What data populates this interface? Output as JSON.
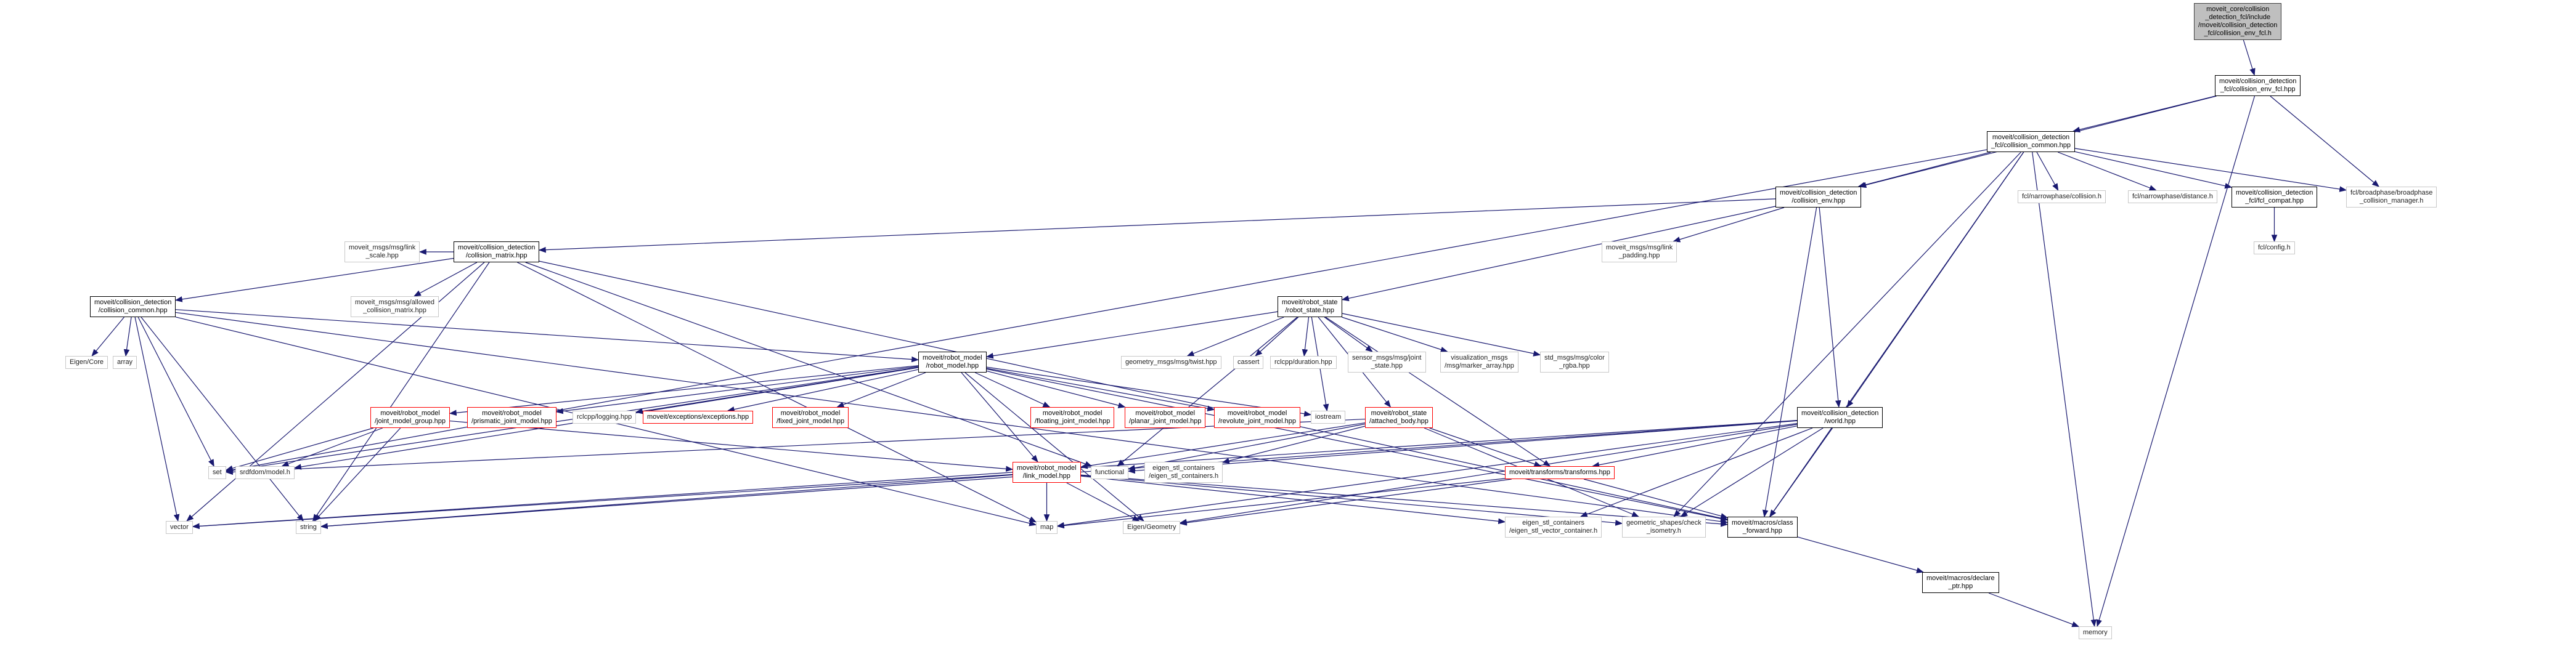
{
  "diagram": {
    "type": "include-dependency-graph",
    "edge_color": "#191970",
    "node_styles": {
      "root": "#bfbfbf",
      "documented": "#000000",
      "external": "#c8c8c8",
      "truncated": "#ff0000"
    },
    "nodes": [
      {
        "id": "root",
        "label": "moveit_core/collision\n_detection_fcl/include\n/moveit/collision_detection\n_fcl/collision_env_fcl.h",
        "kind": "root"
      },
      {
        "id": "env_fcl",
        "label": "moveit/collision_detection\n_fcl/collision_env_fcl.hpp",
        "kind": "doc"
      },
      {
        "id": "coll_common_fcl",
        "label": "moveit/collision_detection\n_fcl/collision_common.hpp",
        "kind": "doc"
      },
      {
        "id": "coll_env",
        "label": "moveit/collision_detection\n/collision_env.hpp",
        "kind": "doc"
      },
      {
        "id": "narrow_coll",
        "label": "fcl/narrowphase/collision.h",
        "kind": "ext"
      },
      {
        "id": "narrow_dist",
        "label": "fcl/narrowphase/distance.h",
        "kind": "ext"
      },
      {
        "id": "fcl_compat",
        "label": "moveit/collision_detection\n_fcl/fcl_compat.hpp",
        "kind": "doc"
      },
      {
        "id": "broadphase",
        "label": "fcl/broadphase/broadphase\n_collision_manager.h",
        "kind": "ext"
      },
      {
        "id": "fcl_config",
        "label": "fcl/config.h",
        "kind": "ext"
      },
      {
        "id": "link_scale",
        "label": "moveit_msgs/msg/link\n_scale.hpp",
        "kind": "ext"
      },
      {
        "id": "coll_matrix",
        "label": "moveit/collision_detection\n/collision_matrix.hpp",
        "kind": "doc"
      },
      {
        "id": "link_padding",
        "label": "moveit_msgs/msg/link\n_padding.hpp",
        "kind": "ext"
      },
      {
        "id": "coll_common",
        "label": "moveit/collision_detection\n/collision_common.hpp",
        "kind": "doc"
      },
      {
        "id": "allowed_cm",
        "label": "moveit_msgs/msg/allowed\n_collision_matrix.hpp",
        "kind": "ext"
      },
      {
        "id": "robot_state",
        "label": "moveit/robot_state\n/robot_state.hpp",
        "kind": "doc"
      },
      {
        "id": "eigen_core",
        "label": "Eigen/Core",
        "kind": "ext"
      },
      {
        "id": "array",
        "label": "array",
        "kind": "ext"
      },
      {
        "id": "robot_model",
        "label": "moveit/robot_model\n/robot_model.hpp",
        "kind": "doc"
      },
      {
        "id": "twist",
        "label": "geometry_msgs/msg/twist.hpp",
        "kind": "ext"
      },
      {
        "id": "cassert",
        "label": "cassert",
        "kind": "ext"
      },
      {
        "id": "duration",
        "label": "rclcpp/duration.hpp",
        "kind": "ext"
      },
      {
        "id": "joint_state",
        "label": "sensor_msgs/msg/joint\n_state.hpp",
        "kind": "ext"
      },
      {
        "id": "marker_array",
        "label": "visualization_msgs\n/msg/marker_array.hpp",
        "kind": "ext"
      },
      {
        "id": "color_rgba",
        "label": "std_msgs/msg/color\n_rgba.hpp",
        "kind": "ext"
      },
      {
        "id": "jmg",
        "label": "moveit/robot_model\n/joint_model_group.hpp",
        "kind": "trunc"
      },
      {
        "id": "prismatic",
        "label": "moveit/robot_model\n/prismatic_joint_model.hpp",
        "kind": "trunc"
      },
      {
        "id": "logging",
        "label": "rclcpp/logging.hpp",
        "kind": "ext"
      },
      {
        "id": "exceptions",
        "label": "moveit/exceptions/exceptions.hpp",
        "kind": "trunc"
      },
      {
        "id": "fixed",
        "label": "moveit/robot_model\n/fixed_joint_model.hpp",
        "kind": "trunc"
      },
      {
        "id": "floating",
        "label": "moveit/robot_model\n/floating_joint_model.hpp",
        "kind": "trunc"
      },
      {
        "id": "planar",
        "label": "moveit/robot_model\n/planar_joint_model.hpp",
        "kind": "trunc"
      },
      {
        "id": "revolute",
        "label": "moveit/robot_model\n/revolute_joint_model.hpp",
        "kind": "trunc"
      },
      {
        "id": "iostream",
        "label": "iostream",
        "kind": "ext"
      },
      {
        "id": "attached",
        "label": "moveit/robot_state\n/attached_body.hpp",
        "kind": "trunc"
      },
      {
        "id": "world",
        "label": "moveit/collision_detection\n/world.hpp",
        "kind": "doc"
      },
      {
        "id": "set",
        "label": "set",
        "kind": "ext"
      },
      {
        "id": "srdf",
        "label": "srdfdom/model.h",
        "kind": "ext"
      },
      {
        "id": "link_model",
        "label": "moveit/robot_model\n/link_model.hpp",
        "kind": "trunc"
      },
      {
        "id": "functional",
        "label": "functional",
        "kind": "ext"
      },
      {
        "id": "eigen_stl",
        "label": "eigen_stl_containers\n/eigen_stl_containers.h",
        "kind": "ext"
      },
      {
        "id": "transforms",
        "label": "moveit/transforms/transforms.hpp",
        "kind": "trunc"
      },
      {
        "id": "vector",
        "label": "vector",
        "kind": "ext"
      },
      {
        "id": "string",
        "label": "string",
        "kind": "ext"
      },
      {
        "id": "map",
        "label": "map",
        "kind": "ext"
      },
      {
        "id": "eigen_geom",
        "label": "Eigen/Geometry",
        "kind": "ext"
      },
      {
        "id": "eigen_vec",
        "label": "eigen_stl_containers\n/eigen_stl_vector_container.h",
        "kind": "ext"
      },
      {
        "id": "check_iso",
        "label": "geometric_shapes/check\n_isometry.h",
        "kind": "ext"
      },
      {
        "id": "class_fwd",
        "label": "moveit/macros/class\n_forward.hpp",
        "kind": "doc"
      },
      {
        "id": "declare_ptr",
        "label": "moveit/macros/declare\n_ptr.hpp",
        "kind": "doc"
      },
      {
        "id": "memory",
        "label": "memory",
        "kind": "ext"
      }
    ],
    "edges": [
      [
        "root",
        "env_fcl"
      ],
      [
        "env_fcl",
        "coll_common_fcl"
      ],
      [
        "env_fcl",
        "coll_env"
      ],
      [
        "env_fcl",
        "broadphase"
      ],
      [
        "env_fcl",
        "memory"
      ],
      [
        "coll_common_fcl",
        "coll_env"
      ],
      [
        "coll_common_fcl",
        "narrow_coll"
      ],
      [
        "coll_common_fcl",
        "narrow_dist"
      ],
      [
        "coll_common_fcl",
        "fcl_compat"
      ],
      [
        "coll_common_fcl",
        "broadphase"
      ],
      [
        "coll_common_fcl",
        "world"
      ],
      [
        "coll_common_fcl",
        "class_fwd"
      ],
      [
        "coll_common_fcl",
        "set"
      ],
      [
        "coll_common_fcl",
        "memory"
      ],
      [
        "coll_common_fcl",
        "check_iso"
      ],
      [
        "fcl_compat",
        "fcl_config"
      ],
      [
        "coll_env",
        "coll_matrix"
      ],
      [
        "coll_env",
        "link_padding"
      ],
      [
        "coll_env",
        "robot_state"
      ],
      [
        "coll_env",
        "world"
      ],
      [
        "coll_env",
        "class_fwd"
      ],
      [
        "coll_matrix",
        "coll_common"
      ],
      [
        "coll_matrix",
        "allowed_cm"
      ],
      [
        "coll_matrix",
        "link_scale"
      ],
      [
        "coll_matrix",
        "vector"
      ],
      [
        "coll_matrix",
        "string"
      ],
      [
        "coll_matrix",
        "map"
      ],
      [
        "coll_matrix",
        "class_fwd"
      ],
      [
        "coll_matrix",
        "functional"
      ],
      [
        "coll_common",
        "eigen_core"
      ],
      [
        "coll_common",
        "array"
      ],
      [
        "coll_common",
        "robot_model"
      ],
      [
        "coll_common",
        "set"
      ],
      [
        "coll_common",
        "vector"
      ],
      [
        "coll_common",
        "string"
      ],
      [
        "coll_common",
        "map"
      ],
      [
        "coll_common",
        "class_fwd"
      ],
      [
        "robot_state",
        "robot_model"
      ],
      [
        "robot_state",
        "twist"
      ],
      [
        "robot_state",
        "cassert"
      ],
      [
        "robot_state",
        "duration"
      ],
      [
        "robot_state",
        "joint_state"
      ],
      [
        "robot_state",
        "marker_array"
      ],
      [
        "robot_state",
        "color_rgba"
      ],
      [
        "robot_state",
        "attached"
      ],
      [
        "robot_state",
        "transforms"
      ],
      [
        "robot_state",
        "iostream"
      ],
      [
        "robot_state",
        "functional"
      ],
      [
        "robot_model",
        "jmg"
      ],
      [
        "robot_model",
        "prismatic"
      ],
      [
        "robot_model",
        "logging"
      ],
      [
        "robot_model",
        "exceptions"
      ],
      [
        "robot_model",
        "fixed"
      ],
      [
        "robot_model",
        "floating"
      ],
      [
        "robot_model",
        "planar"
      ],
      [
        "robot_model",
        "revolute"
      ],
      [
        "robot_model",
        "iostream"
      ],
      [
        "robot_model",
        "srdf"
      ],
      [
        "robot_model",
        "link_model"
      ],
      [
        "robot_model",
        "eigen_geom"
      ],
      [
        "robot_model",
        "set"
      ],
      [
        "robot_model",
        "class_fwd"
      ],
      [
        "jmg",
        "set"
      ],
      [
        "jmg",
        "srdf"
      ],
      [
        "jmg",
        "string"
      ],
      [
        "jmg",
        "link_model"
      ],
      [
        "attached",
        "link_model"
      ],
      [
        "attached",
        "transforms"
      ],
      [
        "attached",
        "functional"
      ],
      [
        "attached",
        "set"
      ],
      [
        "attached",
        "eigen_stl"
      ],
      [
        "attached",
        "check_iso"
      ],
      [
        "world",
        "transforms"
      ],
      [
        "world",
        "eigen_geom"
      ],
      [
        "world",
        "eigen_vec"
      ],
      [
        "world",
        "class_fwd"
      ],
      [
        "world",
        "check_iso"
      ],
      [
        "world",
        "string"
      ],
      [
        "world",
        "vector"
      ],
      [
        "world",
        "map"
      ],
      [
        "world",
        "functional"
      ],
      [
        "link_model",
        "map"
      ],
      [
        "link_model",
        "eigen_geom"
      ],
      [
        "link_model",
        "eigen_vec"
      ],
      [
        "link_model",
        "string"
      ],
      [
        "link_model",
        "vector"
      ],
      [
        "link_model",
        "class_fwd"
      ],
      [
        "link_model",
        "check_iso"
      ],
      [
        "transforms",
        "map"
      ],
      [
        "transforms",
        "eigen_geom"
      ],
      [
        "transforms",
        "class_fwd"
      ],
      [
        "class_fwd",
        "declare_ptr"
      ],
      [
        "declare_ptr",
        "memory"
      ]
    ]
  }
}
